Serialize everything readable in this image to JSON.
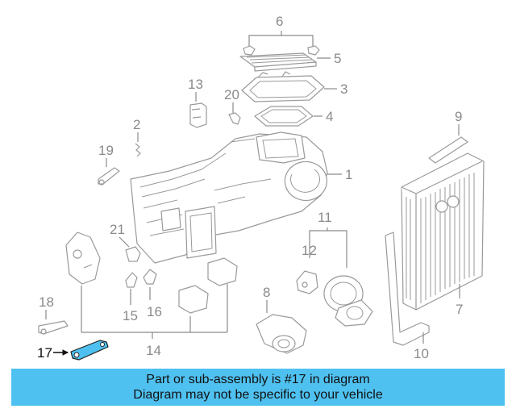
{
  "callouts": {
    "n1": "1",
    "n2": "2",
    "n3": "3",
    "n4": "4",
    "n5": "5",
    "n6": "6",
    "n7": "7",
    "n8": "8",
    "n9": "9",
    "n10": "10",
    "n11": "11",
    "n12": "12",
    "n13": "13",
    "n14": "14",
    "n15": "15",
    "n16": "16",
    "n17": "17",
    "n18": "18",
    "n19": "19",
    "n20": "20",
    "n21": "21"
  },
  "highlight_color": "#4fc1f0",
  "banner": {
    "line1": "Part or sub-assembly is #17 in diagram",
    "line2": "Diagram may not be specific to your vehicle"
  }
}
